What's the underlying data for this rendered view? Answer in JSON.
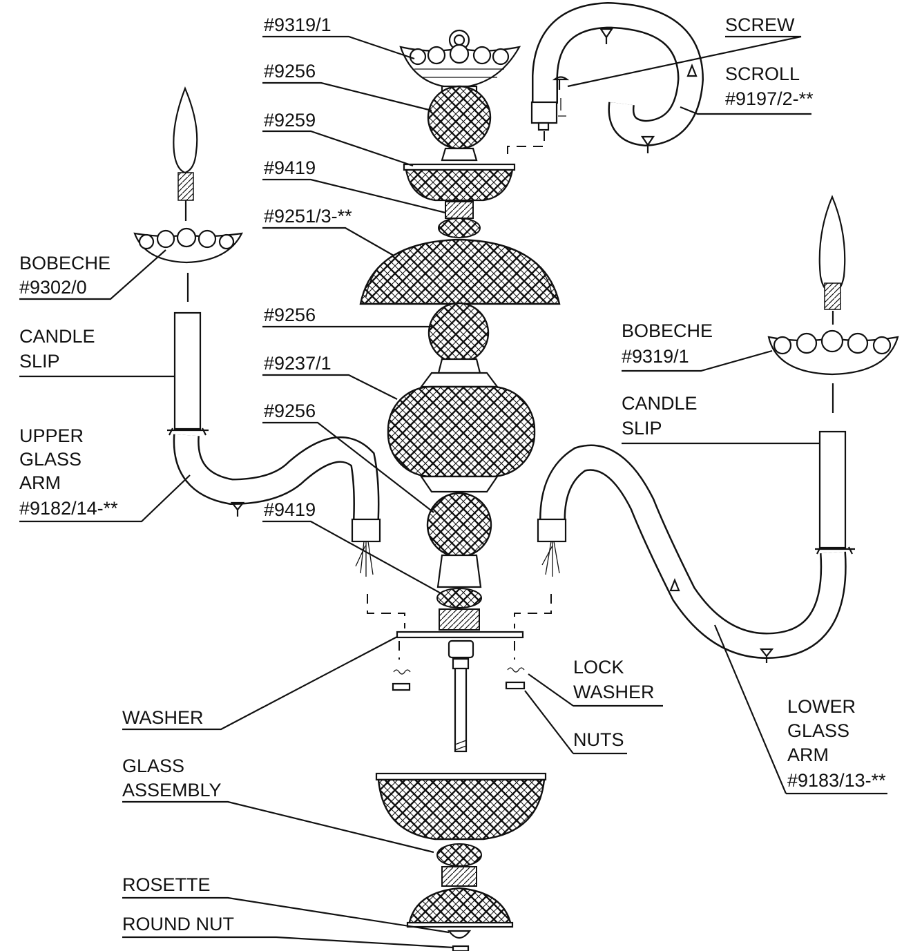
{
  "diagram": {
    "labels": {
      "p9319_top": "#9319/1",
      "p9256_a": "#9256",
      "p9259": "#9259",
      "p9419_a": "#9419",
      "p9251": "#9251/3-**",
      "p9256_b": "#9256",
      "p9237": "#9237/1",
      "p9256_c": "#9256",
      "p9419_b": "#9419",
      "screw": "SCREW",
      "scroll_l1": "SCROLL",
      "scroll_l2": "#9197/2-**",
      "bobeche_left_l1": "BOBECHE",
      "bobeche_left_l2": "#9302/0",
      "candle_left_l1": "CANDLE",
      "candle_left_l2": "SLIP",
      "upper_arm_l1": "UPPER",
      "upper_arm_l2": "GLASS",
      "upper_arm_l3": "ARM",
      "upper_arm_l4": "#9182/14-**",
      "bobeche_right_l1": "BOBECHE",
      "bobeche_right_l2": "#9319/1",
      "candle_right_l1": "CANDLE",
      "candle_right_l2": "SLIP",
      "lock_washer_l1": "LOCK",
      "lock_washer_l2": "WASHER",
      "washer": "WASHER",
      "nuts": "NUTS",
      "lower_arm_l1": "LOWER",
      "lower_arm_l2": "GLASS",
      "lower_arm_l3": "ARM",
      "lower_arm_l4": "#9183/13-**",
      "glass_assembly_l1": "GLASS",
      "glass_assembly_l2": "ASSEMBLY",
      "rosette": "ROSETTE",
      "round_nut": "ROUND NUT"
    }
  }
}
